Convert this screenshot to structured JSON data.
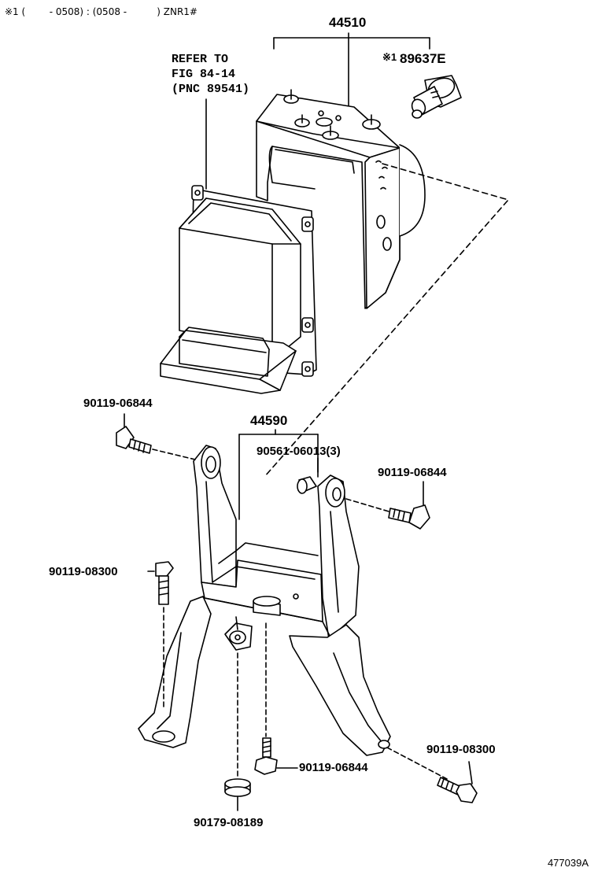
{
  "header": {
    "applicability": "※1 (        - 0508) : (0508 -          ) ZNR1#"
  },
  "parts": {
    "actuator_assy": "44510",
    "pressure_sensor": "89637E",
    "pressure_sensor_mark": "※1",
    "bracket": "44590",
    "grommet": "90561-06013(3)",
    "bolt_upper_left": "90119-06844",
    "bolt_upper_right": "90119-06844",
    "bolt_mid_left": "90119-08300",
    "bolt_lower_center": "90119-06844",
    "bolt_lower_right": "90119-08300",
    "washer": "90179-08189"
  },
  "reference": {
    "line1": "REFER TO",
    "line2": "FIG 84-14",
    "line3": "(PNC 89541)"
  },
  "footer": {
    "illustration_id": "477039A"
  }
}
